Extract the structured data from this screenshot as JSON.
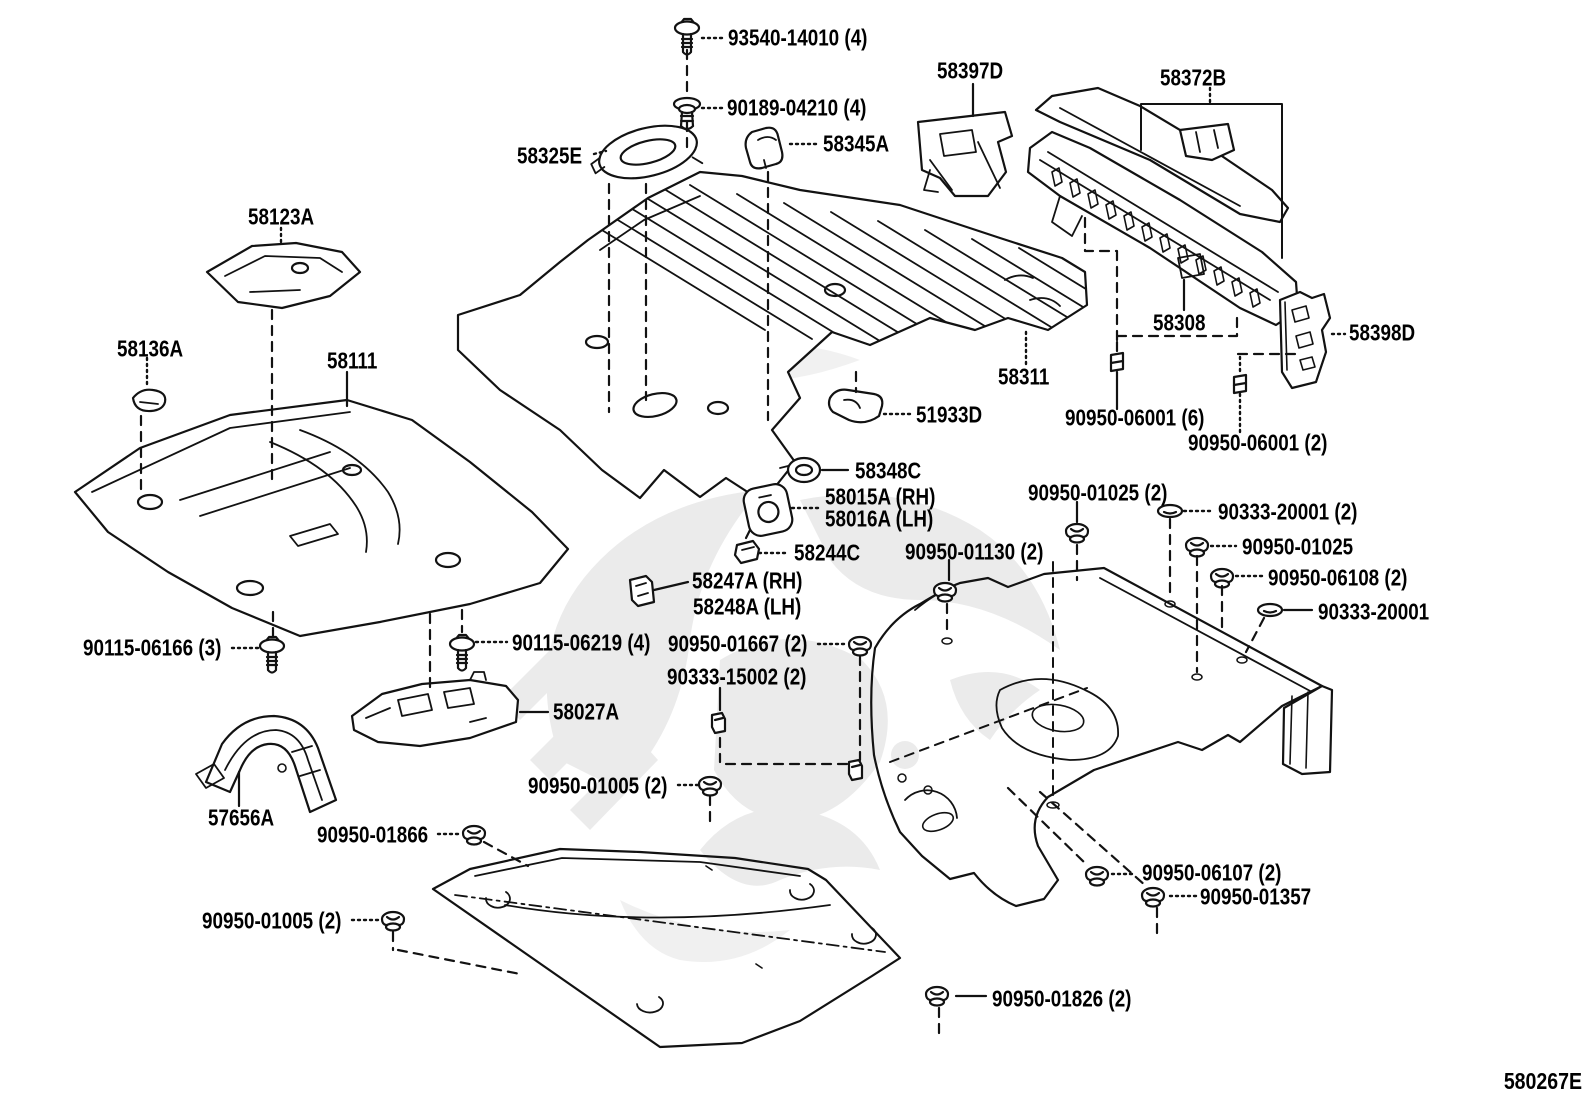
{
  "diagram": {
    "type": "exploded-parts-diagram",
    "subject": "floor-pan-and-lower-back-panel",
    "colors": {
      "line": "#121212",
      "background": "#ffffff",
      "watermark": "#ebebeb"
    },
    "labels": [
      {
        "text": "93540-14010 (4)"
      },
      {
        "text": "90189-04210 (4)"
      },
      {
        "text": "58325E"
      },
      {
        "text": "58345A"
      },
      {
        "text": "58397D"
      },
      {
        "text": "58372B"
      },
      {
        "text": "58123A"
      },
      {
        "text": "58136A"
      },
      {
        "text": "58111"
      },
      {
        "text": "58311"
      },
      {
        "text": "51933D"
      },
      {
        "text": "58308"
      },
      {
        "text": "58398D"
      },
      {
        "text": "90950-06001 (6)"
      },
      {
        "text": "90950-06001 (2)"
      },
      {
        "text": "58348C"
      },
      {
        "text": "58015A (RH)"
      },
      {
        "text": "58016A (LH)"
      },
      {
        "text": "90950-01025 (2)"
      },
      {
        "text": "90333-20001 (2)"
      },
      {
        "text": "90950-01025"
      },
      {
        "text": "58244C"
      },
      {
        "text": "90950-01130 (2)"
      },
      {
        "text": "90950-06108 (2)"
      },
      {
        "text": "90333-20001"
      },
      {
        "text": "58247A (RH)"
      },
      {
        "text": "58248A (LH)"
      },
      {
        "text": "90115-06166 (3)"
      },
      {
        "text": "90115-06219 (4)"
      },
      {
        "text": "90950-01667 (2)"
      },
      {
        "text": "90333-15002 (2)"
      },
      {
        "text": "58027A"
      },
      {
        "text": "57656A"
      },
      {
        "text": "90950-01005 (2)"
      },
      {
        "text": "90950-01866"
      },
      {
        "text": "90950-01005 (2)"
      },
      {
        "text": "90950-06107 (2)"
      },
      {
        "text": "90950-01357"
      },
      {
        "text": "90950-01826 (2)"
      }
    ],
    "footer": {
      "code": "580267E"
    }
  }
}
